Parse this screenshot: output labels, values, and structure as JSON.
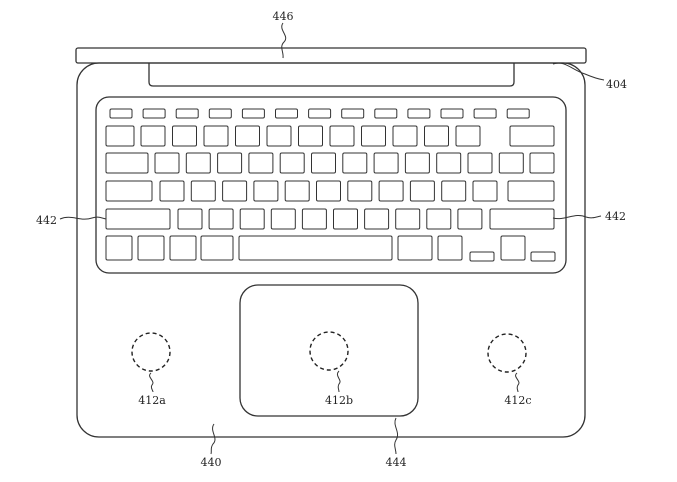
{
  "figure": {
    "labels": {
      "hinge": "446",
      "display_edge": "404",
      "keyboard_left": "442",
      "keyboard_right": "442",
      "sensor_left": "412a",
      "sensor_center": "412b",
      "sensor_right": "412c",
      "base": "440",
      "trackpad": "444"
    }
  }
}
